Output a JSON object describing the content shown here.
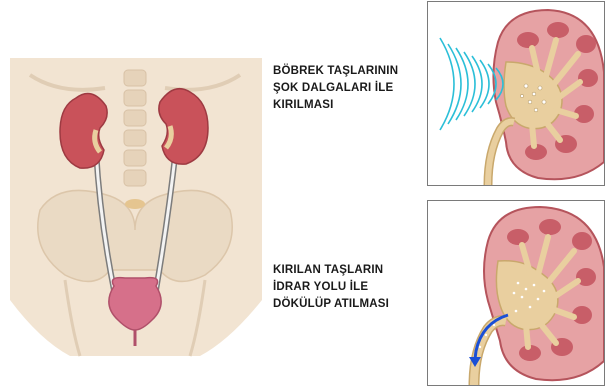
{
  "steps": [
    {
      "caption_lines": [
        "BÖBREK TAŞLARININ",
        "ŞOK DALGALARI İLE",
        "KIRILMASI"
      ]
    },
    {
      "caption_lines": [
        "KIRILAN TAŞLARIN",
        "İDRAR YOLU İLE",
        "DÖKÜLÜP ATILMASI"
      ]
    }
  ],
  "colors": {
    "kidney": "#c9525a",
    "kidney_dark": "#9e3a42",
    "cortex": "#e6a2a4",
    "medulla": "#c85e68",
    "pelvis": "#e9cf9f",
    "bladder": "#d6708a",
    "body": "#f2e4d2",
    "bone": "#e8d6bf",
    "shock_wave": "#2bbfd8",
    "arrow": "#1a4fd6"
  }
}
